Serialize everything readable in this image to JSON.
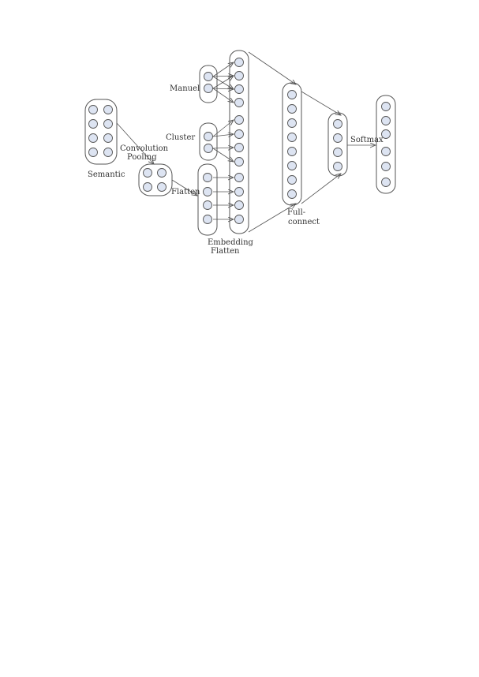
{
  "labels": {
    "manuel": "Manuel",
    "cluster": "Cluster",
    "semantic": "Semantic",
    "convolution": "Convolution",
    "pooling": "Pooling",
    "flatten": "Flatten",
    "embedding": "Embedding",
    "embedding_flatten": "Flatten",
    "full": "Full-",
    "connect": "connect",
    "softmax": "Softmax"
  },
  "colors": {
    "node_fill": "#dde4f2",
    "stroke": "#555555"
  }
}
